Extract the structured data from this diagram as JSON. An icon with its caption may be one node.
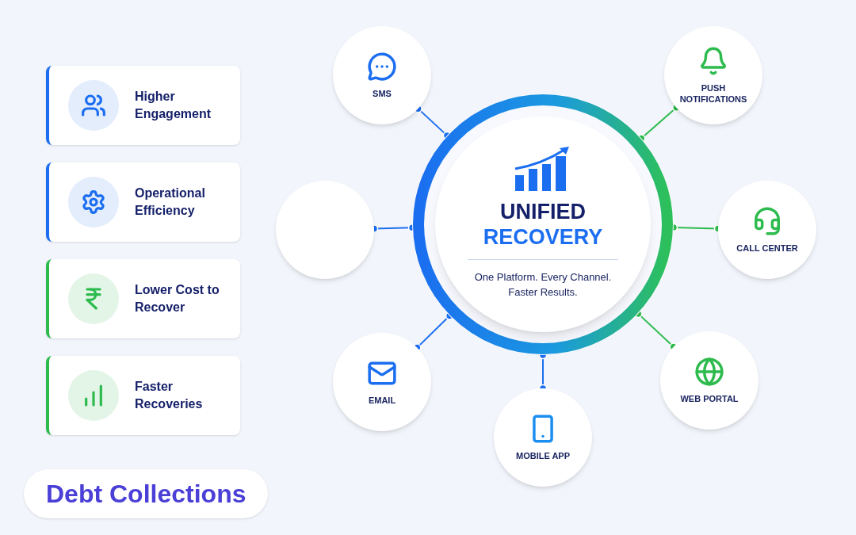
{
  "diagram": {
    "nodes": [
      {
        "text": [
          "UNIFIED",
          "RECOVERY",
          "One Platform. Every Channel. Faster Results."
        ]
      },
      {
        "text": [
          "SMS"
        ]
      },
      {
        "text": [
          "PUSH NOTIFICATIONS"
        ]
      },
      {
        "text": [],
        "shape": "circle"
      },
      {
        "text": [
          "CALL CENTER"
        ]
      },
      {
        "text": [
          "EMAIL"
        ]
      },
      {
        "text": [
          "MOBILE APP"
        ]
      },
      {
        "text": [
          "WEB PORTAL"
        ]
      },
      {
        "text": [
          "Higher Engagement"
        ]
      },
      {
        "text": [
          "Operational Efficiency"
        ]
      },
      {
        "text": [
          "Lower Cost to Recover"
        ]
      },
      {
        "text": [
          "Faster Recoveries"
        ]
      },
      {
        "text": [
          "Debt Collections"
        ]
      }
    ],
    "edges": [
      {
        "from": 0,
        "to": 1,
        "arrow": "other"
      },
      {
        "from": 0,
        "to": 2,
        "arrow": "other",
        "color": "#2dbb4e"
      },
      {
        "from": 0,
        "to": 3,
        "arrow": "other"
      },
      {
        "from": 0,
        "to": 4,
        "arrow": "other",
        "color": "#2dbb4e"
      },
      {
        "from": 0,
        "to": 5,
        "arrow": "other"
      },
      {
        "from": 0,
        "to": 6,
        "arrow": "other"
      },
      {
        "from": 0,
        "to": 7,
        "arrow": "other",
        "color": "#2dbb4e"
      }
    ]
  }
}
